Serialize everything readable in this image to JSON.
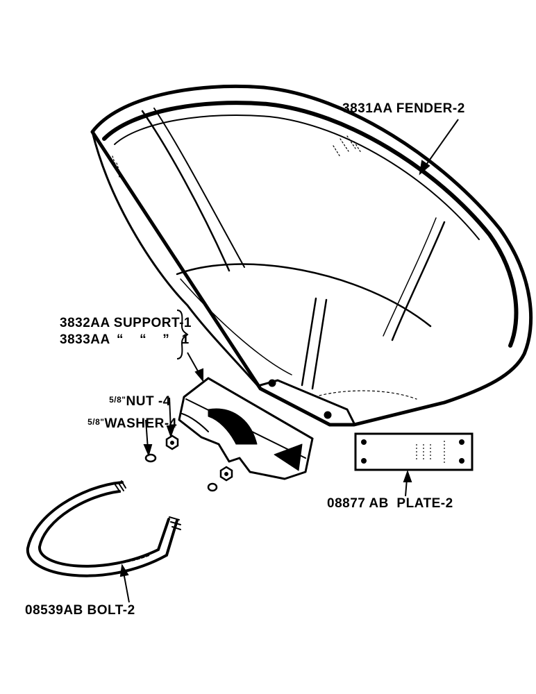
{
  "labels": {
    "fender": "3831AA FENDER-2",
    "support_1": "3832AA SUPPORT-1",
    "support_2_part": "3833AA",
    "support_2_ditto": "“    “    ”   1",
    "nut_frac": "5/8\"",
    "nut": "NUT -4",
    "washer_frac": "5/8\"",
    "washer": "WASHER-4",
    "plate": "08877 AB  PLATE-2",
    "bolt": "08539AB BOLT-2"
  }
}
